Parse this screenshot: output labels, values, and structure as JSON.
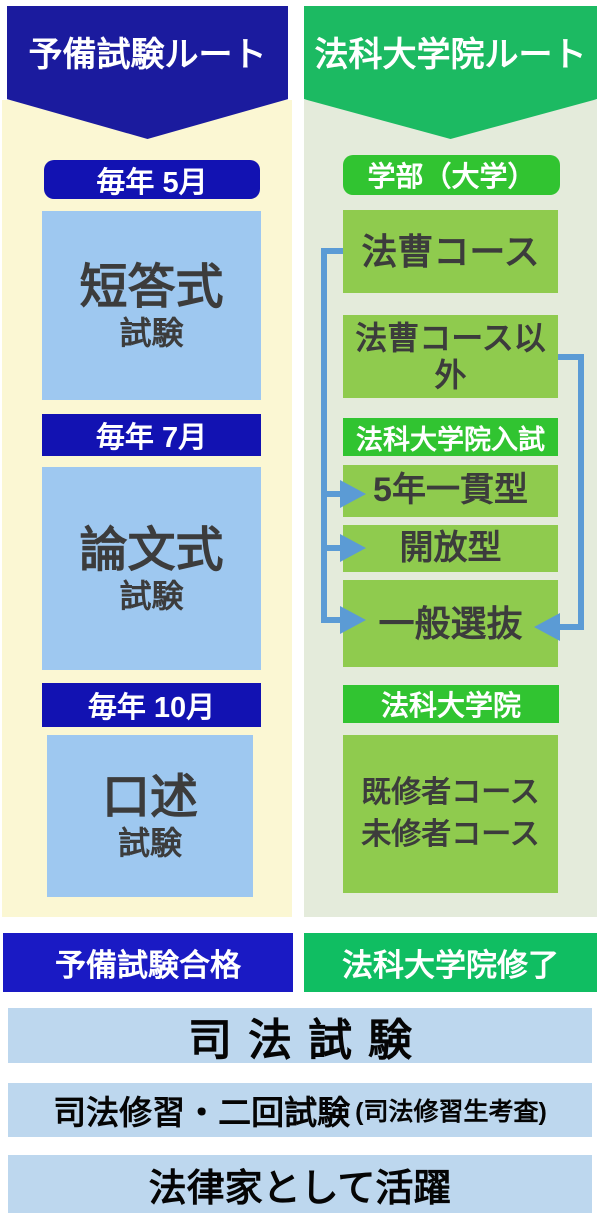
{
  "colors": {
    "header_navy": "#1b1b9e",
    "date_banner_blue": "#1212b2",
    "result_blue": "#1a1ac4",
    "header_green": "#1cba62",
    "stage_banner_green": "#31c431",
    "result_green": "#10be62",
    "exam_box_blue": "#9ec8f0",
    "course_box_green": "#8fcb4e",
    "panel_cream": "#fbf7d3",
    "panel_sage": "#e4ebdb",
    "final_bar_blue": "#bdd7ee",
    "connector_blue": "#5b9bd5",
    "box_text_gray": "#3c3c3c"
  },
  "left_route": {
    "header": "予備試験ルート",
    "steps": [
      {
        "date": "毎年 5月",
        "title": "短答式",
        "subtitle": "試験"
      },
      {
        "date": "毎年 7月",
        "title": "論文式",
        "subtitle": "試験"
      },
      {
        "date": "毎年 10月",
        "title": "口述",
        "subtitle": "試験"
      }
    ],
    "result": "予備試験合格"
  },
  "right_route": {
    "header": "法科大学院ルート",
    "university_banner": "学部（大学）",
    "course_track": "法曹コース",
    "non_course_track": "法曹コース以外",
    "entrance_exam_banner": "法科大学院入試",
    "admission_types": [
      "5年一貫型",
      "開放型",
      "一般選抜"
    ],
    "law_school_banner": "法科大学院",
    "law_school_courses": [
      "既修者コース",
      "未修者コース"
    ],
    "result": "法科大学院修了"
  },
  "final_steps": {
    "bar_exam": "司法試験",
    "training_main": "司法修習・二回試験",
    "training_sub": "(司法修習生考査)",
    "career": "法律家として活躍"
  }
}
